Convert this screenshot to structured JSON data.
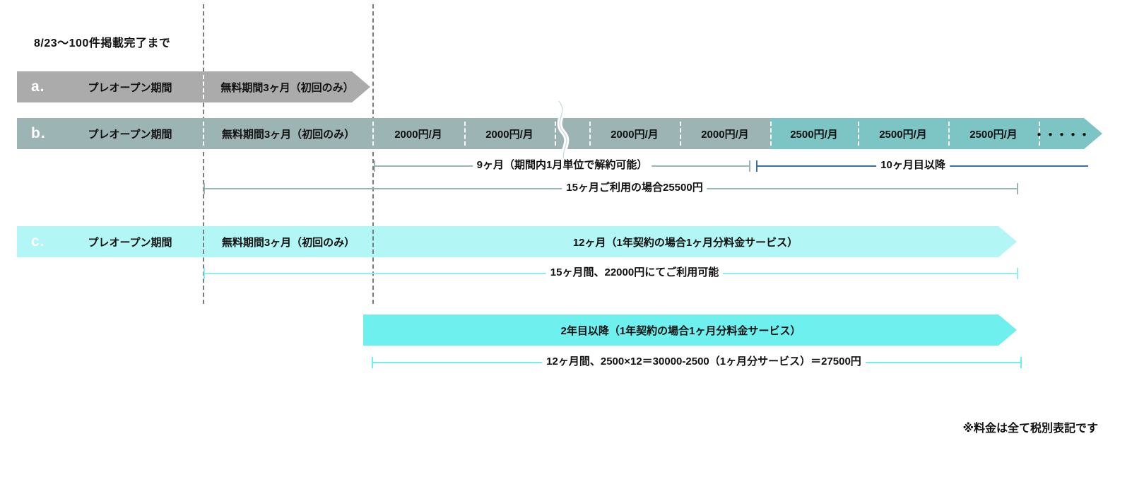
{
  "heading": "8/23〜100件掲載完了まで",
  "footnote": "※料金は全て税別表記です",
  "colors": {
    "gray": "#ababab",
    "gray_teal": "#9cb5b4",
    "teal": "#7cc5c4",
    "cyan_light": "#b2f6f6",
    "cyan_bright": "#6ef0ef",
    "blue_line": "#3c6e9e",
    "gray_line": "#9cb5b4",
    "cyan_line": "#6ef0ef",
    "dashed_guide": "#7b7b7b"
  },
  "rows": {
    "a": {
      "letter": "a.",
      "preopen_label": "プレオープン期間",
      "free_label": "無料期間3ヶ月（初回のみ）"
    },
    "b": {
      "letter": "b.",
      "preopen_label": "プレオープン期間",
      "free_label": "無料期間3ヶ月（初回のみ）",
      "monthly_2000": "2000円/月",
      "monthly_2500": "2500円/月",
      "ellipsis": "・・・・・",
      "segments": [
        {
          "label": "2000円/月",
          "tone": "gray"
        },
        {
          "label": "2000円/月",
          "tone": "gray"
        },
        {
          "label": "2000円/月",
          "tone": "gray"
        },
        {
          "label": "2000円/月",
          "tone": "gray"
        },
        {
          "label": "2500円/月",
          "tone": "teal"
        },
        {
          "label": "2500円/月",
          "tone": "teal"
        },
        {
          "label": "2500円/月",
          "tone": "teal"
        },
        {
          "label": "・・・・・",
          "tone": "teal"
        }
      ],
      "measure_9months": "9ヶ月（期間内1月単位で解約可能）",
      "measure_10months": "10ヶ月目以降",
      "measure_15months": "15ヶ月ご利用の場合25500円"
    },
    "c": {
      "letter": "c.",
      "preopen_label": "プレオープン期間",
      "free_label": "無料期間3ヶ月（初回のみ）",
      "main_label": "12ヶ月（1年契約の場合1ヶ月分料金サービス）",
      "measure_15months": "15ヶ月間、22000円にてご利用可能"
    },
    "d": {
      "main_label": "2年目以降（1年契約の場合1ヶ月分料金サービス）",
      "measure_12months": "12ヶ月間、2500×12＝30000-2500（1ヶ月分サービス）＝27500円"
    }
  }
}
